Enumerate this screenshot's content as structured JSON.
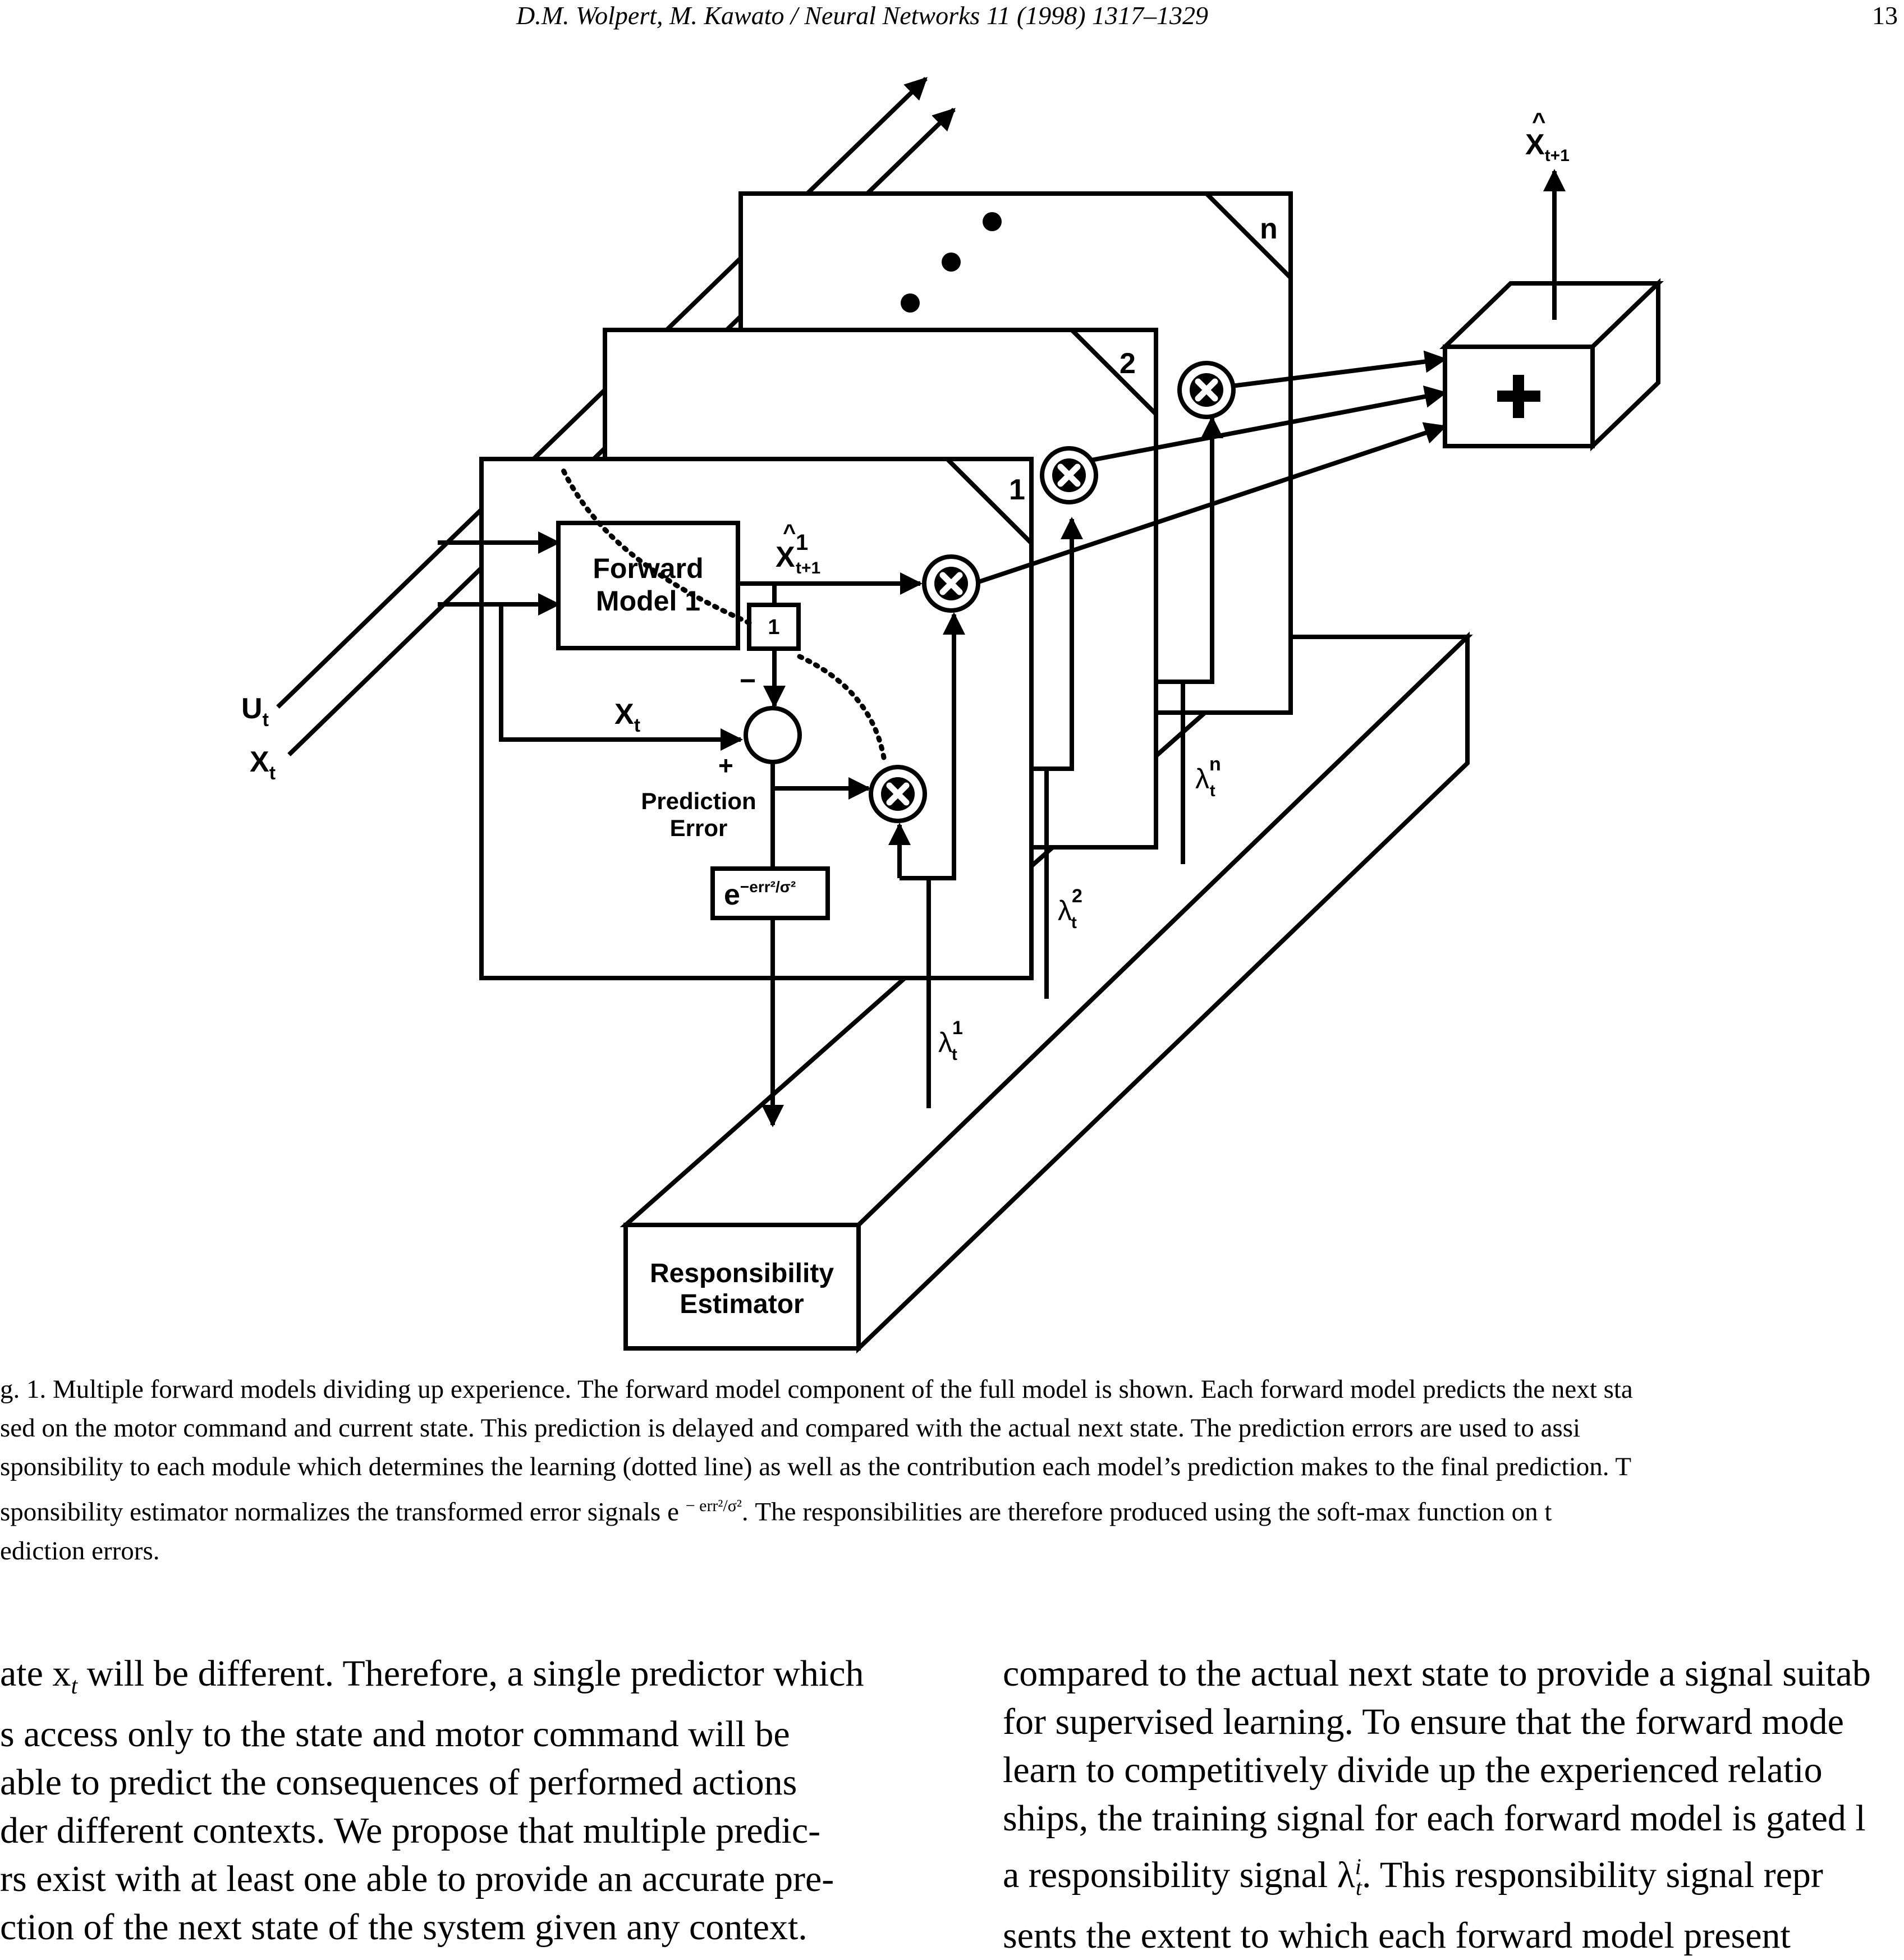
{
  "header": {
    "running_title": "D.M. Wolpert, M. Kawato / Neural Networks 11 (1998) 1317–1329",
    "page_number": "13"
  },
  "figure": {
    "inputs": {
      "u": "U",
      "u_sub": "t",
      "x": "X",
      "x_sub": "t"
    },
    "forward_model_line1": "Forward",
    "forward_model_line2": "Model 1",
    "prediction_label": "X",
    "prediction_hat": "^",
    "prediction_sup": "1",
    "prediction_sub": "t+1",
    "delay_label": "1",
    "minus_sign": "−",
    "plus_sign": "+",
    "state_label": "X",
    "state_sub": "t",
    "prediction_error_line1": "Prediction",
    "prediction_error_line2": "Error",
    "transform_base": "e",
    "transform_exp": "−err²/σ²",
    "module_labels": [
      "1",
      "2",
      "n"
    ],
    "lambda_symbol": "λ",
    "lambda_sub": "t",
    "lambda_sups": [
      "1",
      "2",
      "n"
    ],
    "sum_label": "+",
    "output_label": "X",
    "output_hat": "^",
    "output_sub": "t+1",
    "responsibility_line1": "Responsibility",
    "responsibility_line2": "Estimator"
  },
  "caption": {
    "lines": [
      "g. 1. Multiple forward models dividing up experience. The forward model component of the full model is shown. Each forward model predicts the next sta",
      "sed on the motor command and current state. This prediction is delayed and compared with the actual next state. The prediction errors are used to assi",
      "sponsibility to each module which determines the learning (dotted line) as well as the contribution each model’s prediction makes to the final prediction. T",
      "sponsibility estimator normalizes the transformed error signals e",
      "ediction errors."
    ],
    "line4_exponent": "− err²/σ²",
    "line4_tail": ". The responsibilities are therefore produced using the soft-max function on t"
  },
  "body_left": {
    "lines": [
      "ate x",
      "s access only to the state and motor command will be",
      "able to predict the consequences of performed actions",
      "der different contexts. We propose that multiple predic-",
      "rs exist with at least one able to provide an accurate pre-",
      "ction of the next state of the system given any context."
    ],
    "line1_sub": "t",
    "line1_tail": " will be different. Therefore, a single predictor which"
  },
  "body_right": {
    "lines": [
      "compared to the actual next state to provide a signal suitab",
      "for supervised learning. To ensure that the forward mode",
      "learn to competitively divide up the experienced relatio",
      "ships, the training signal for each forward model is gated l",
      "a responsibility signal λ",
      "sents the extent to which each forward model present"
    ],
    "line5_sup": "i",
    "line5_sub": "t",
    "line5_tail": ". This responsibility signal repr"
  }
}
